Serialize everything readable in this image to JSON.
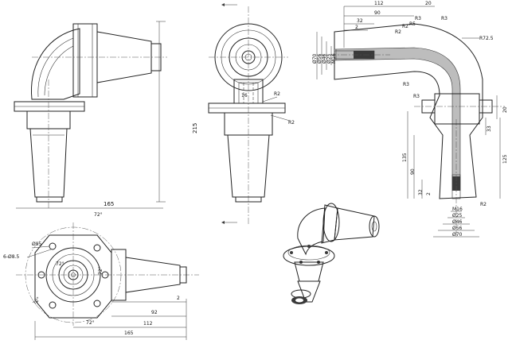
{
  "drawing": {
    "front_view": {
      "dim_height": "215",
      "dim_width": "165"
    },
    "side_view": {
      "label_radius_1": "R2",
      "label_radius_2": "R2",
      "label_width": "16"
    },
    "section_view": {
      "top_dims": [
        "112",
        "20",
        "90",
        "32",
        "2"
      ],
      "radii": [
        "R3",
        "R3",
        "R2",
        "R5",
        "R2",
        "R72.5",
        "R3",
        "R3",
        "R2"
      ],
      "left_diameters": [
        "Ø70",
        "Ø56",
        "Ø46",
        "Ø25",
        "M16"
      ],
      "right_dims": [
        "20",
        "33",
        "125"
      ],
      "left_dims": [
        "135",
        "90",
        "32",
        "2"
      ],
      "bottom_diameters": [
        "M16",
        "Ø25",
        "Ø46",
        "Ø56",
        "Ø70"
      ]
    },
    "bottom_view": {
      "angle_1": "72°",
      "angle_2": "72°",
      "angle_3": "72°",
      "angle_4": "72°",
      "angle_5": "72°",
      "dia_95": "Ø95",
      "holes": "6-Ø8.5",
      "dim_92": "92",
      "dim_2": "2",
      "dim_112": "112",
      "dim_165": "165"
    }
  }
}
